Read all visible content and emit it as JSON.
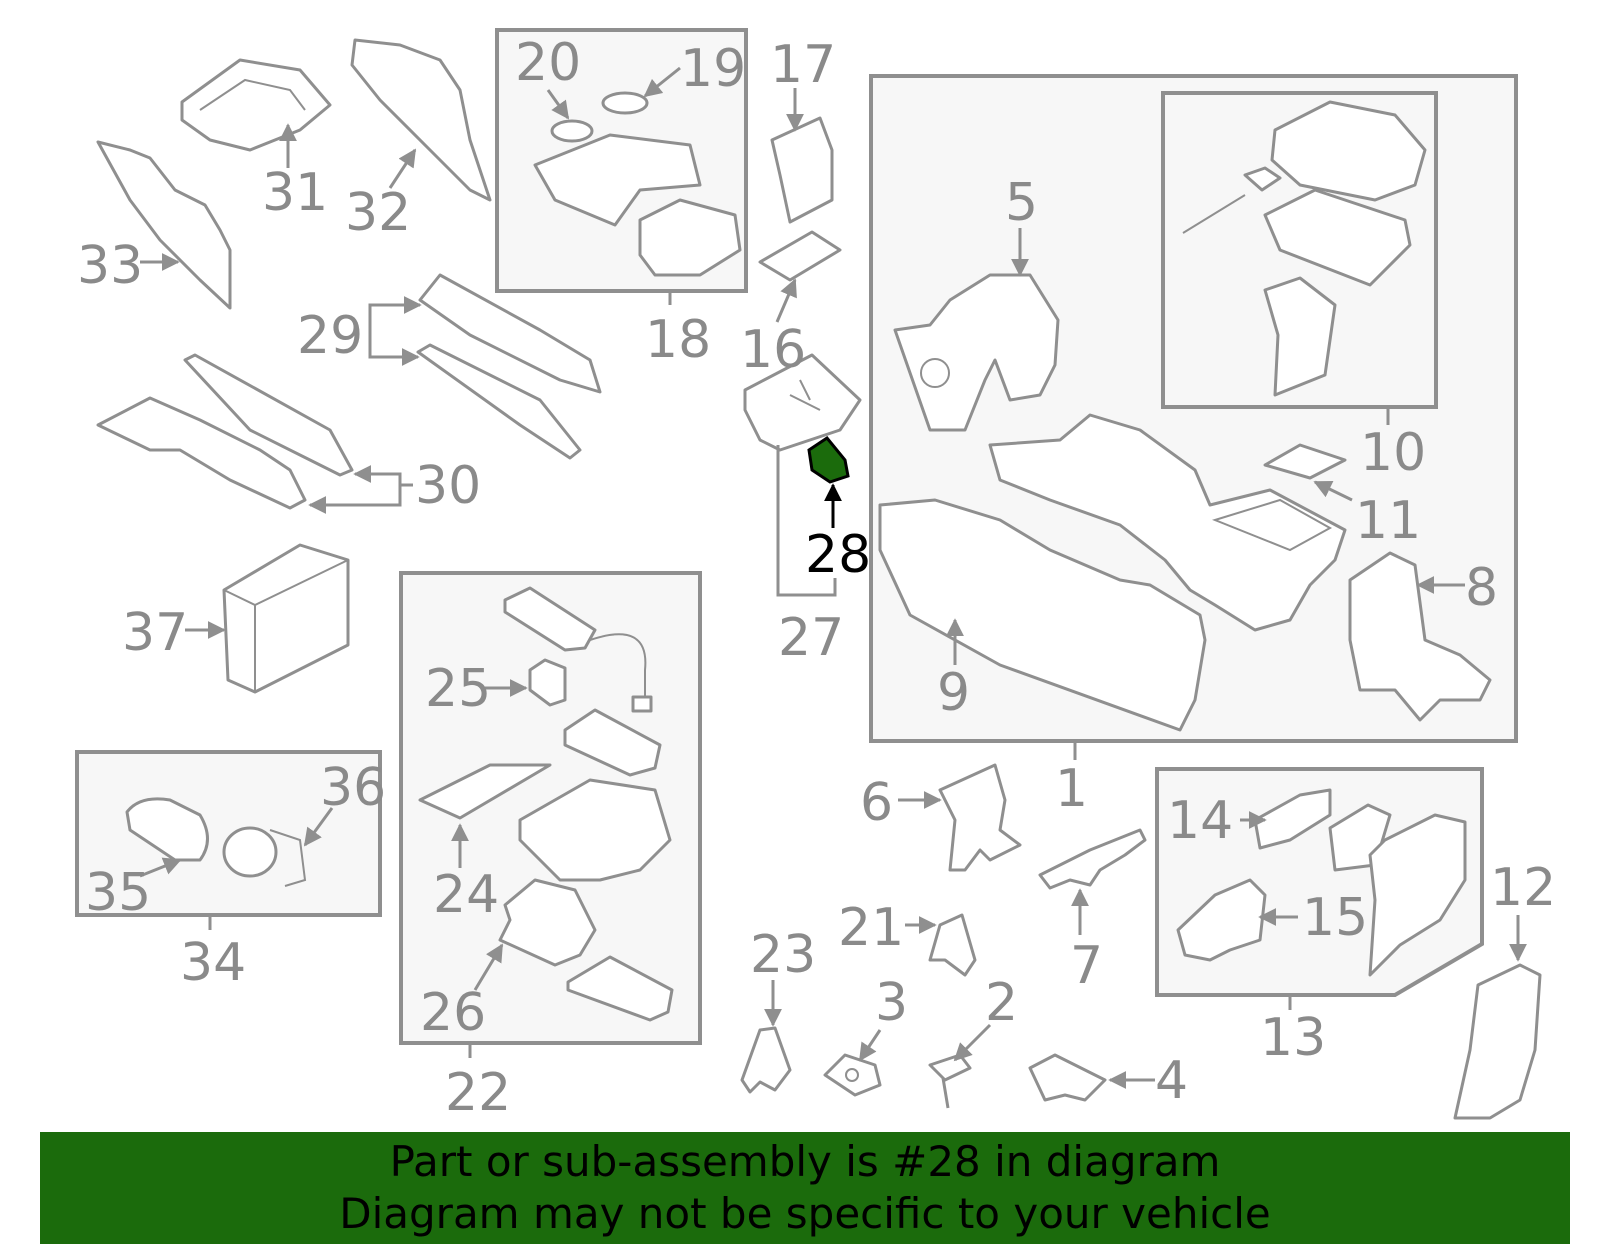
{
  "diagram": {
    "highlight_color": "#1b6b0c",
    "highlighted_part": "28",
    "callouts": {
      "c1": "1",
      "c2": "2",
      "c3": "3",
      "c4": "4",
      "c5": "5",
      "c6": "6",
      "c7": "7",
      "c8": "8",
      "c9": "9",
      "c10": "10",
      "c11": "11",
      "c12": "12",
      "c13": "13",
      "c14": "14",
      "c15": "15",
      "c16": "16",
      "c17": "17",
      "c18": "18",
      "c19": "19",
      "c20": "20",
      "c21": "21",
      "c22": "22",
      "c23": "23",
      "c24": "24",
      "c25": "25",
      "c26": "26",
      "c27": "27",
      "c28": "28",
      "c29": "29",
      "c30": "30",
      "c31": "31",
      "c32": "32",
      "c33": "33",
      "c34": "34",
      "c35": "35",
      "c36": "36",
      "c37": "37"
    }
  },
  "banner": {
    "line1": "Part or sub-assembly is #28 in diagram",
    "line2": "Diagram may not be specific to your vehicle"
  }
}
